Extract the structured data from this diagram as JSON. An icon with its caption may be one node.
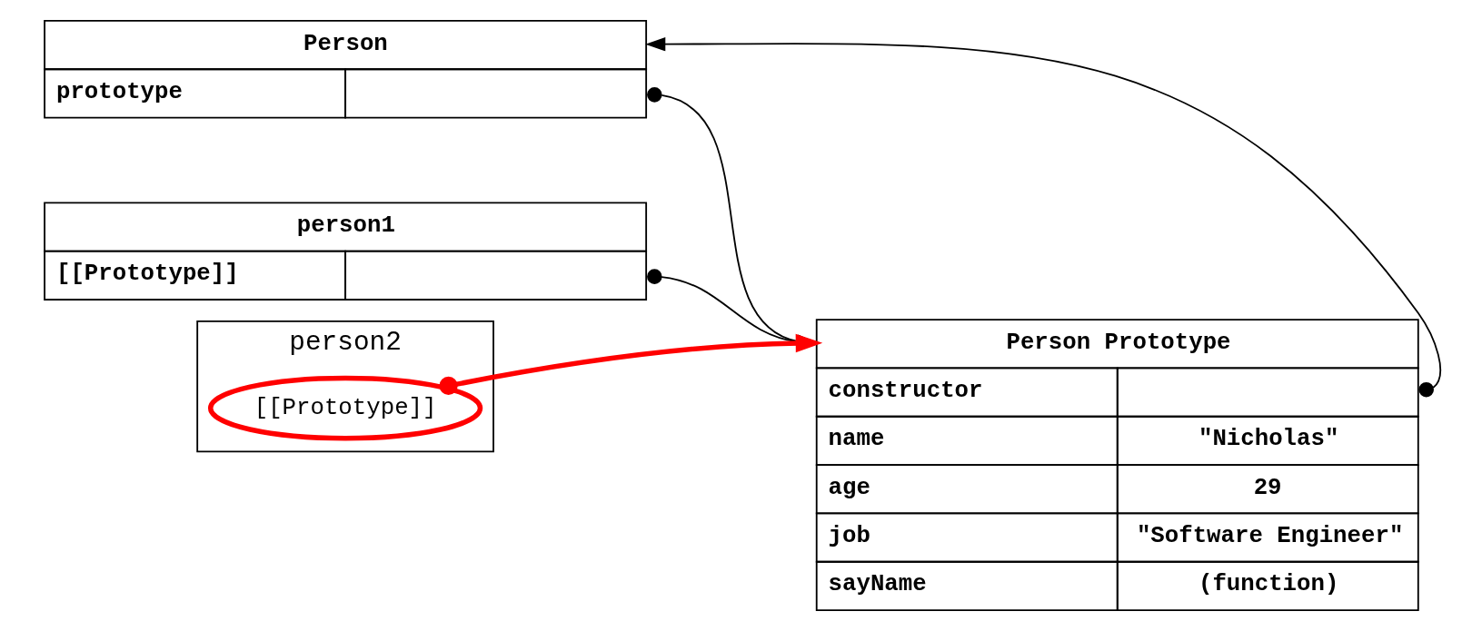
{
  "diagram": {
    "nodes": [
      {
        "text": [
          "Person",
          "prototype"
        ]
      },
      {
        "text": [
          "Person Prototype",
          "constructor",
          "name",
          "\"Nicholas\"",
          "age",
          "29",
          "job",
          "\"Software Engineer\"",
          "sayName",
          "(function)"
        ]
      },
      {
        "text": [
          "person1",
          "[[Prototype]]"
        ]
      },
      {
        "text": [
          "person2"
        ]
      },
      {
        "text": [
          "[[Prototype]]"
        ],
        "in": 3
      }
    ],
    "edges": [
      {
        "from": 0,
        "to": 1,
        "arrow": "to"
      },
      {
        "from": 1,
        "to": 0,
        "arrow": "to"
      },
      {
        "from": 2,
        "to": 1,
        "arrow": "to"
      },
      {
        "from": 4,
        "to": 1,
        "arrow": "to",
        "style": "thick",
        "color": "#ff0000"
      }
    ]
  }
}
